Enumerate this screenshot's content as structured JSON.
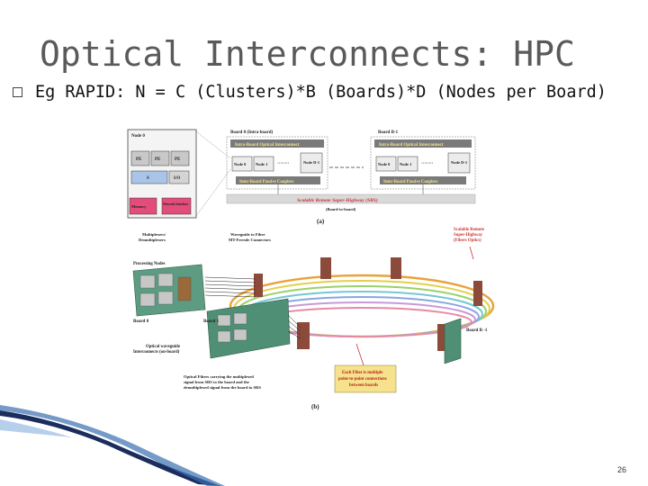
{
  "slide": {
    "title": "Optical Interconnects: HPC",
    "bullet_label": "Eg RAPID:",
    "bullet_text": " N = C (Clusters)*B (Boards)*D (Nodes per Board)",
    "slide_number": "26"
  },
  "figure_a": {
    "node0": "Node 0",
    "pe1": "PE",
    "pe2": "PE",
    "pe3": "PE",
    "s": "S",
    "io": "I/O",
    "memory": "Memory",
    "network": "Network Interface",
    "board0_title": "Board 0 (Intra-board)",
    "boardb_title": "Board B-1",
    "intra_interconnect_0": "Intra-Board Optical Interconnect",
    "intra_interconnect_b": "Intra-Board Optical Interconnect",
    "b0_node0": "Node 0",
    "b0_node1": "Node 1",
    "b0_noded": "Node D-1",
    "bb_node0": "Node 0",
    "bb_node1": "Node 1",
    "bb_noded": "Node D-1",
    "coupler_0": "Inter-Board Passive Couplers",
    "coupler_b": "Inter-Board Passive Couplers",
    "srs": "Scalable Remote Super-Highway (SRS)",
    "srs_sub": "(Board-to-board)",
    "label_a": "(a)"
  },
  "figure_b": {
    "mux": "Multiplexers/ Demultiplexers",
    "waveguide": "Waveguide to Fiber MT-Ferrule Connectors",
    "srs_red": "Scalable Remote Super-Highway (Fiber Optics)",
    "processing": "Processing Nodes",
    "board0": "Board 0",
    "board1": "Board 1",
    "boardb": "Board B -1",
    "optical_wg": "Optical waveguide Interconnects (on-board)",
    "fibers_note": "Optical Fibers carrying the multiplexed signal from SRS to the board and the demultiplexed signal from the board to SRS",
    "callout": "Each Fiber is multiple point-to-point connections between boards",
    "label_b": "(b)"
  }
}
